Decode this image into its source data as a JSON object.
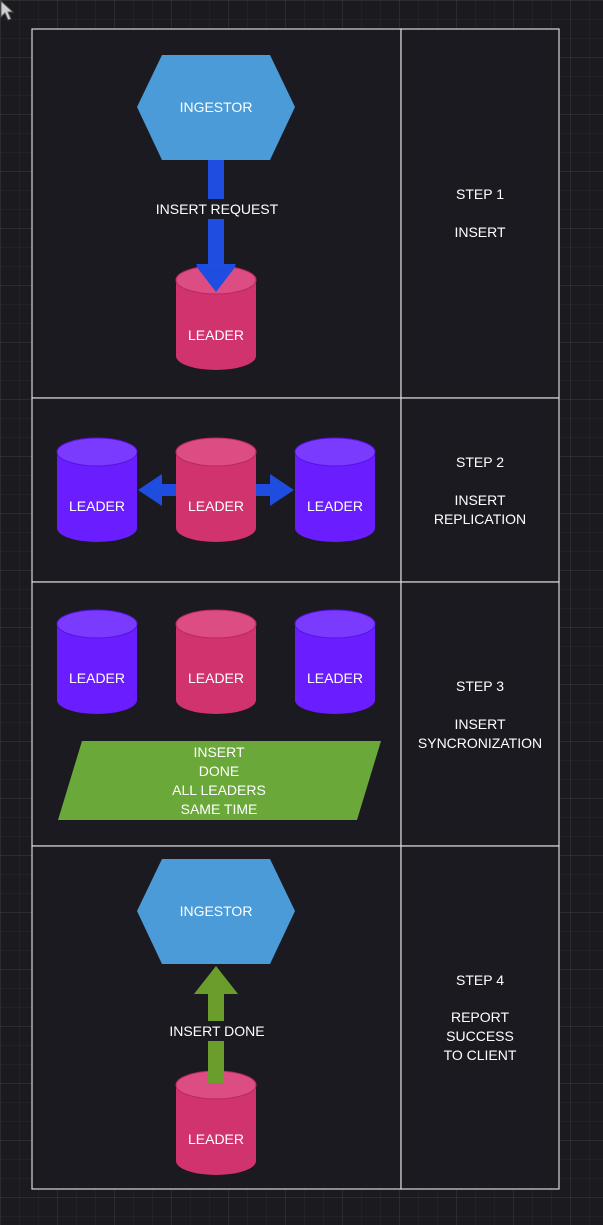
{
  "colors": {
    "ingestor": "#4a9bd8",
    "leader_primary": "#d1336e",
    "leader_primary_top": "#dc4d83",
    "leader_replica": "#6a1eff",
    "leader_replica_top": "#7b3bff",
    "arrow_blue": "#1f4de0",
    "arrow_green": "#6a9d2c",
    "banner_green": "#6aa839",
    "border": "#d8d8d8",
    "panel_bg": "#1c1a21"
  },
  "steps": [
    {
      "step": "STEP 1",
      "title_lines": [
        "INSERT"
      ],
      "ingestor": "INGESTOR",
      "arrow_label": "INSERT REQUEST",
      "leader": "LEADER"
    },
    {
      "step": "STEP 2",
      "title_lines": [
        "INSERT",
        "REPLICATION"
      ],
      "leaders": [
        "LEADER",
        "LEADER",
        "LEADER"
      ]
    },
    {
      "step": "STEP 3",
      "title_lines": [
        "INSERT",
        "SYNCRONIZATION"
      ],
      "leaders": [
        "LEADER",
        "LEADER",
        "LEADER"
      ],
      "banner_lines": [
        "INSERT",
        "DONE",
        "ALL LEADERS",
        "SAME TIME"
      ]
    },
    {
      "step": "STEP 4",
      "title_lines": [
        "REPORT",
        "SUCCESS",
        "TO CLIENT"
      ],
      "ingestor": "INGESTOR",
      "arrow_label": "INSERT DONE",
      "leader": "LEADER"
    }
  ]
}
